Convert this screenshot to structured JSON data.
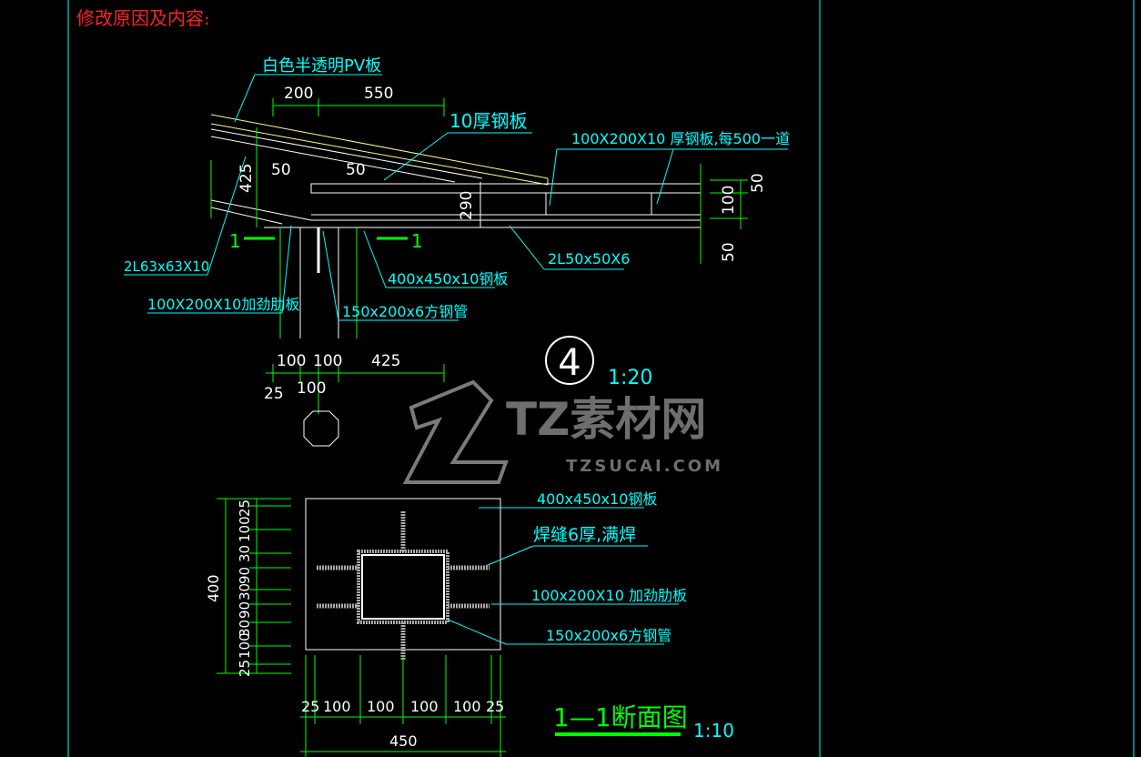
{
  "header": {
    "title": "修改原因及内容:"
  },
  "watermark": {
    "brand": "TZ素材网",
    "url": "TZSUCAI.COM"
  },
  "elevation": {
    "detail_number": "4",
    "scale": "1:20",
    "dims_top": [
      "200",
      "550"
    ],
    "dims_left": [
      "425",
      "50",
      "50",
      "290"
    ],
    "dims_right": [
      "50",
      "100",
      "50"
    ],
    "dims_bottom": [
      "100",
      "100",
      "425",
      "25",
      "100"
    ],
    "section_marks": [
      "1",
      "1"
    ],
    "labels": {
      "pv": "白色半透明PV板",
      "steel10": "10厚钢板",
      "plate_row": "100X200X10 厚钢板,每500一道",
      "angle_left": "2L63x63X10",
      "rib": "100X200X10加劲肋板",
      "plate": "400x450x10钢板",
      "angle_right": "2L50x50X6",
      "tube": "150x200x6方钢管"
    }
  },
  "section": {
    "title": "1—1断面图",
    "scale": "1:10",
    "left_total": "400",
    "left_dims": [
      "25",
      "100",
      "30",
      "90",
      "30",
      "90",
      "30",
      "100",
      "25"
    ],
    "bottom_dims": [
      "25",
      "100",
      "100",
      "100",
      "100",
      "25"
    ],
    "bottom_total": "450",
    "labels": {
      "plate": "400x450x10钢板",
      "weld": "焊缝6厚,满焊",
      "rib": "100x200X10 加劲肋板",
      "tube": "150x200x6方钢管"
    }
  },
  "colors": {
    "background": "#000000",
    "frame": "#00ffff",
    "dims": "#00ff00",
    "text": "#ffffff",
    "header": "#ff2020",
    "pv_sheet": "#ffff80",
    "watermark": "#8a8a8a"
  }
}
